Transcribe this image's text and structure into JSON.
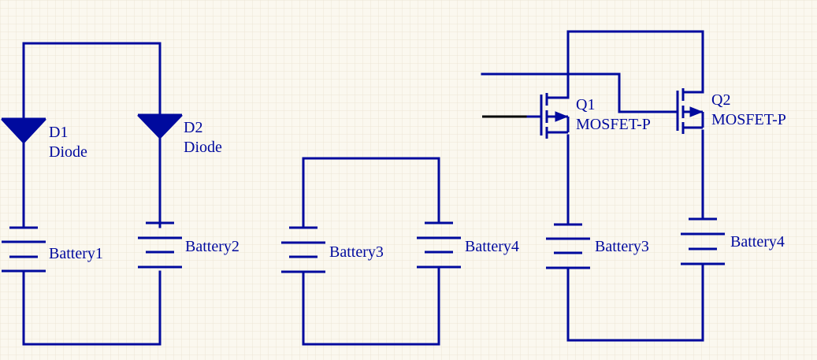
{
  "colors": {
    "background": "#fbf8ef",
    "grid": "#ece6d6",
    "wire": "#000a9e",
    "signal_wire": "#000000"
  },
  "components": {
    "d1": {
      "designator": "D1",
      "comment": "Diode"
    },
    "d2": {
      "designator": "D2",
      "comment": "Diode"
    },
    "battery1": {
      "designator": "Battery1"
    },
    "battery2": {
      "designator": "Battery2"
    },
    "battery3a": {
      "designator": "Battery3"
    },
    "battery4a": {
      "designator": "Battery4"
    },
    "battery3b": {
      "designator": "Battery3"
    },
    "battery4b": {
      "designator": "Battery4"
    },
    "q1": {
      "designator": "Q1",
      "comment": "MOSFET-P"
    },
    "q2": {
      "designator": "Q2",
      "comment": "MOSFET-P"
    }
  }
}
